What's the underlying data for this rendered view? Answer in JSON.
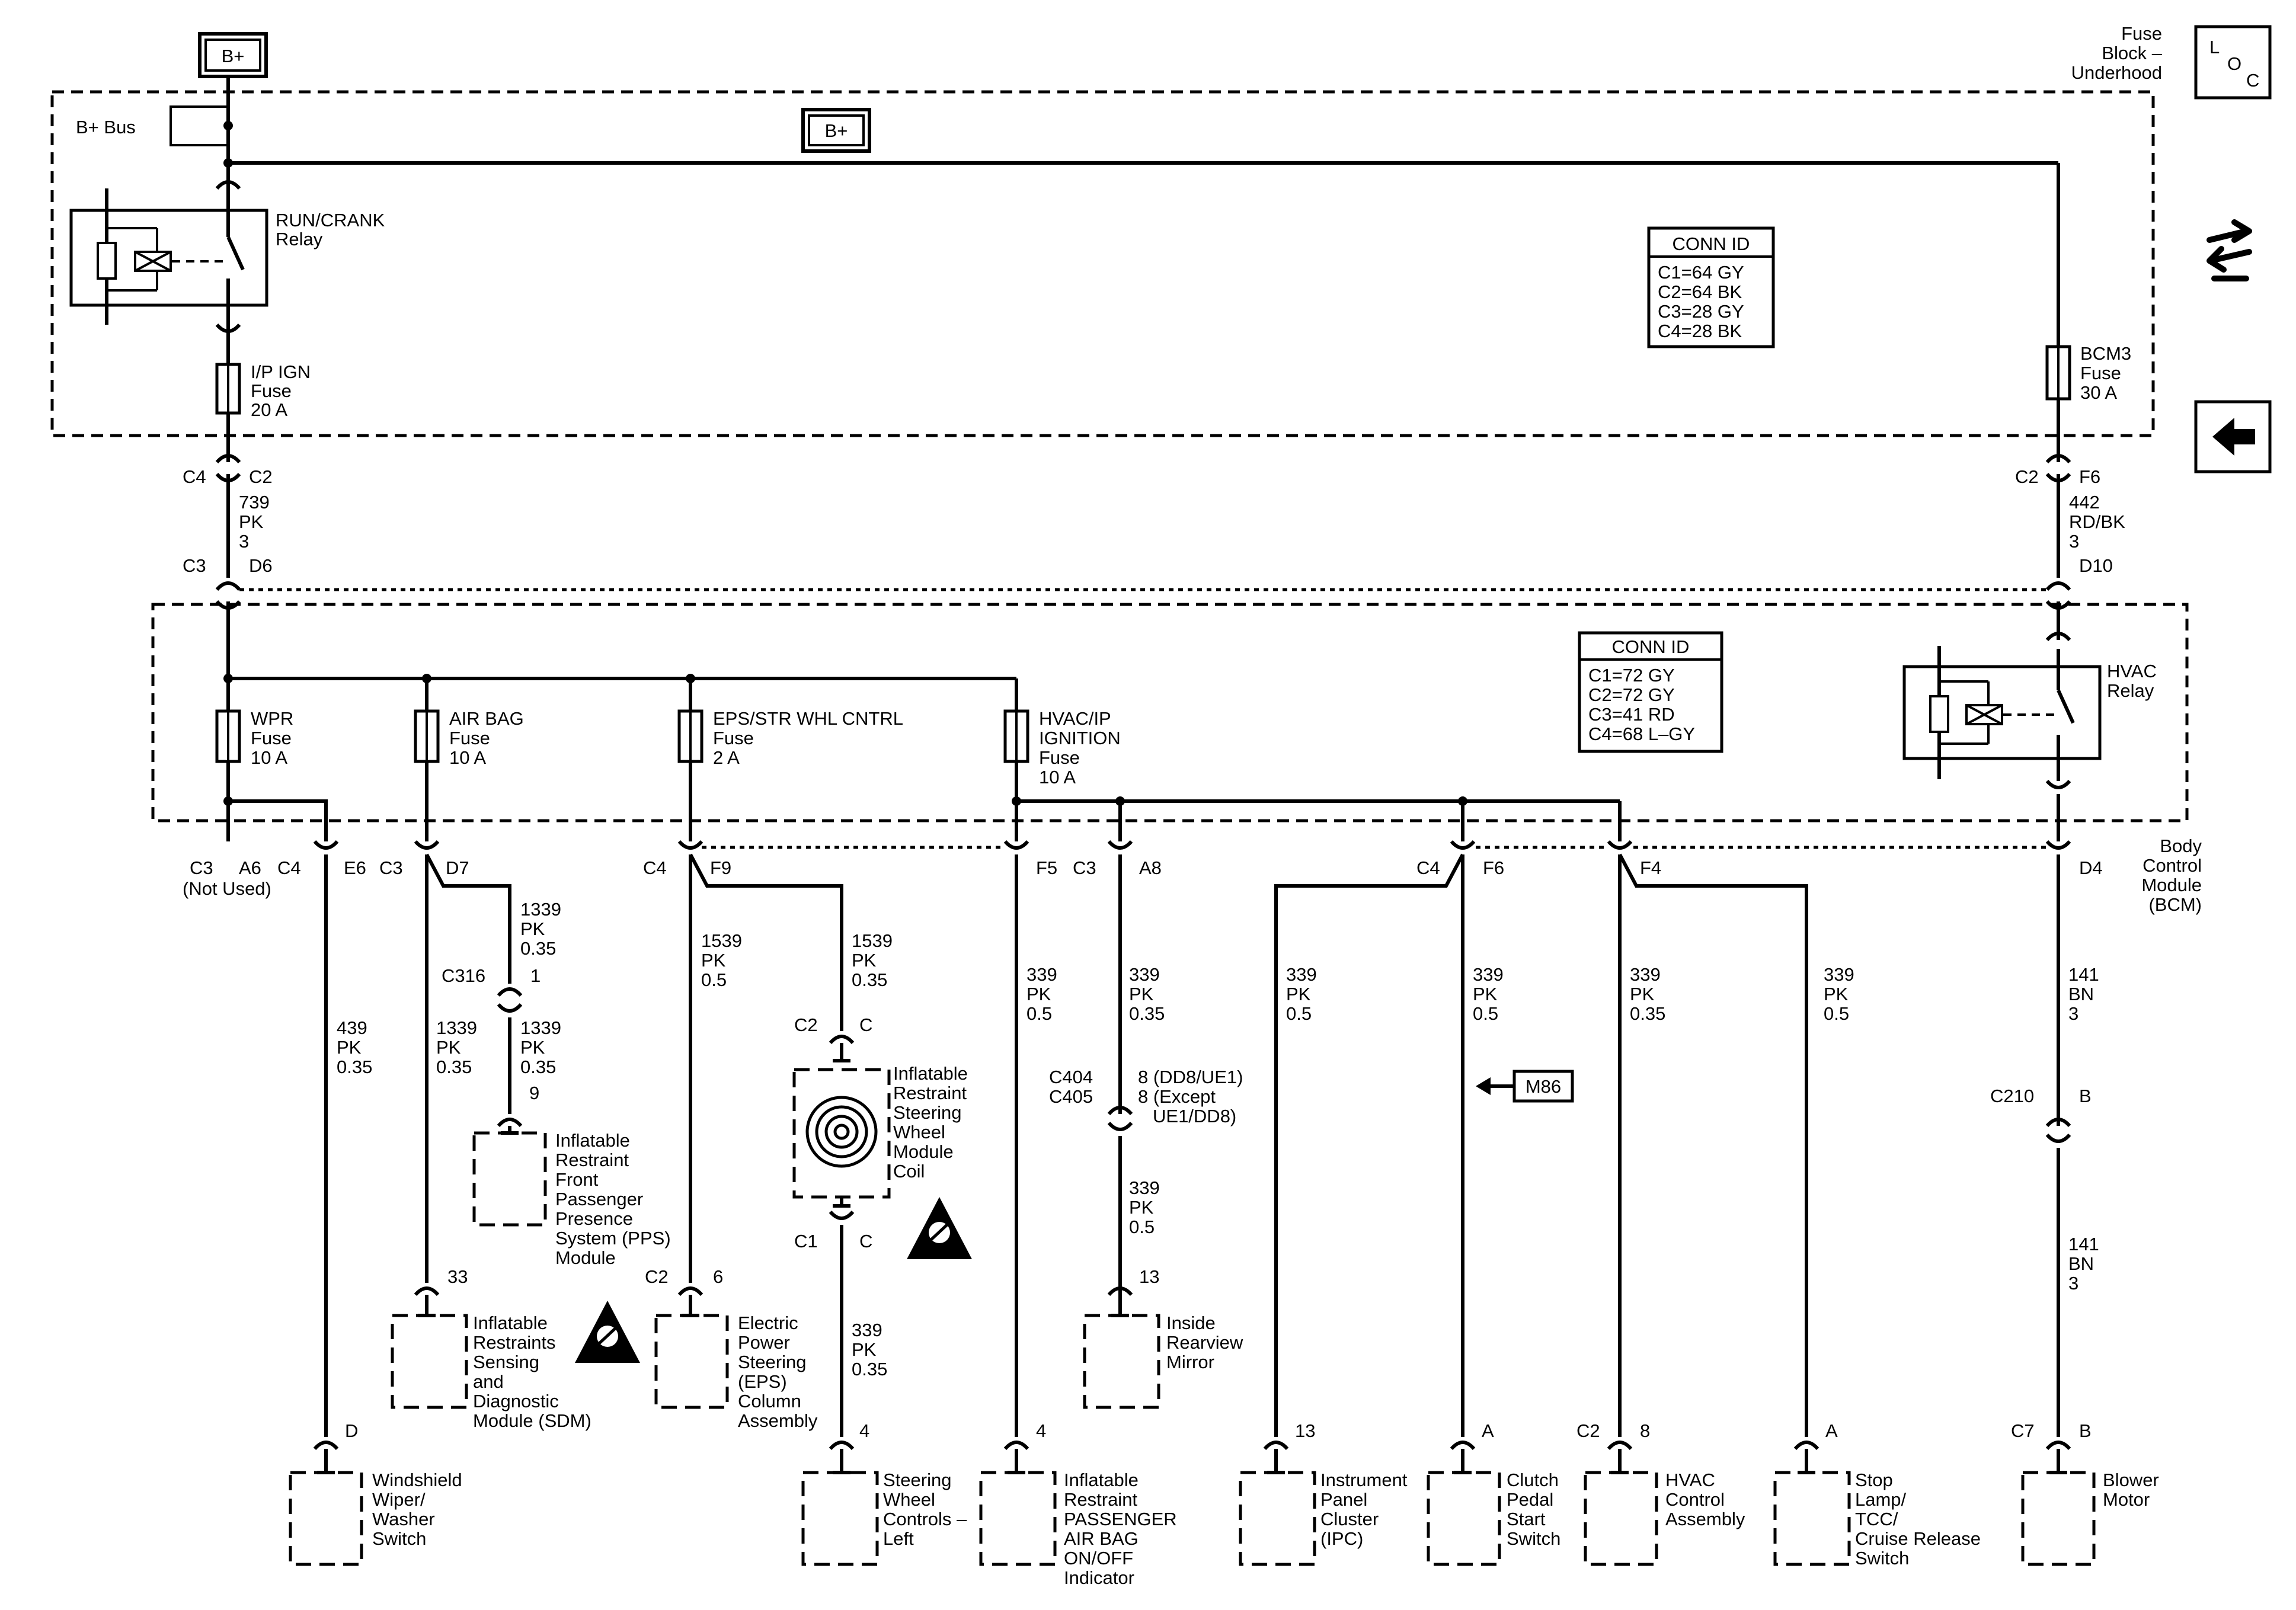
{
  "top": {
    "bplus_top": "B+",
    "bplus_mid": "B+",
    "bplus_bus": "B+ Bus",
    "fuse_block": [
      "Fuse",
      "Block –",
      "Underhood"
    ]
  },
  "nav": {
    "loc_letters": [
      "L",
      "O",
      "C"
    ]
  },
  "conn_id_1": {
    "title": "CONN ID",
    "lines": [
      "C1=64 GY",
      "C2=64 BK",
      "C3=28 GY",
      "C4=28 BK"
    ]
  },
  "conn_id_2": {
    "title": "CONN ID",
    "lines": [
      "C1=72 GY",
      "C2=72 GY",
      "C3=41 RD",
      "C4=68 L–GY"
    ]
  },
  "relays": {
    "run_crank": [
      "RUN/CRANK",
      "Relay"
    ],
    "hvac": [
      "HVAC",
      "Relay"
    ]
  },
  "fuses": {
    "ip_ign": [
      "I/P IGN",
      "Fuse",
      "20 A"
    ],
    "bcm3": [
      "BCM3",
      "Fuse",
      "30 A"
    ],
    "wpr": [
      "WPR",
      "Fuse",
      "10 A"
    ],
    "airbag": [
      "AIR BAG",
      "Fuse",
      "10 A"
    ],
    "eps": [
      "EPS/STR WHL CNTRL",
      "Fuse",
      "2 A"
    ],
    "hvac_ip": [
      "HVAC/IP",
      "IGNITION",
      "Fuse",
      "10 A"
    ]
  },
  "connectors": {
    "c4": "C4",
    "c2": "C2",
    "c3": "C3",
    "d6": "D6",
    "f6": "F6",
    "d10": "D10",
    "a6": "A6",
    "not_used": "(Not Used)",
    "e6": "E6",
    "d7": "D7",
    "f9": "F9",
    "f5": "F5",
    "a8": "A8",
    "f4": "F4",
    "d4": "D4",
    "c316": "C316",
    "c316_pin": "1",
    "pps_pin": "9",
    "c404": "C404",
    "c405": "C405",
    "c404_pin": "8 (DD8/UE1)",
    "c405_pin": [
      "8 (Except",
      "UE1/DD8)"
    ],
    "mirror_pin": "13",
    "sdm_pin": "33",
    "eps_conn": "C2",
    "eps_pin": "6",
    "coil_top_conn": "C2",
    "coil_top_pin": "C",
    "coil_bot_conn": "C1",
    "coil_bot_pin": "C",
    "ww_pin": "D",
    "swc_pin": "4",
    "pab_pin": "4",
    "ipc_pin": "13",
    "clutch_pin": "A",
    "hvac_conn": "C2",
    "hvac_pin": "8",
    "stop_pin": "A",
    "c210": "C210",
    "c210_pin": "B",
    "blower_conn": "C7",
    "blower_pin": "B"
  },
  "wires": {
    "w739": [
      "739",
      "PK",
      "3"
    ],
    "w442": [
      "442",
      "RD/BK",
      "3"
    ],
    "w439": [
      "439",
      "PK",
      "0.35"
    ],
    "w1339a": [
      "1339",
      "PK",
      "0.35"
    ],
    "w1339b": [
      "1339",
      "PK",
      "0.35"
    ],
    "w1339c": [
      "1339",
      "PK",
      "0.35"
    ],
    "w1539a": [
      "1539",
      "PK",
      "0.5"
    ],
    "w1539b": [
      "1539",
      "PK",
      "0.35"
    ],
    "w339_f5": [
      "339",
      "PK",
      "0.5"
    ],
    "w339_a8": [
      "339",
      "PK",
      "0.35"
    ],
    "w339_mirror": [
      "339",
      "PK",
      "0.5"
    ],
    "w339_swc": [
      "339",
      "PK",
      "0.35"
    ],
    "w339_ipc": [
      "339",
      "PK",
      "0.5"
    ],
    "w339_clutch": [
      "339",
      "PK",
      "0.5"
    ],
    "w339_hvac": [
      "339",
      "PK",
      "0.35"
    ],
    "w339_stop": [
      "339",
      "PK",
      "0.5"
    ],
    "w141a": [
      "141",
      "BN",
      "3"
    ],
    "w141b": [
      "141",
      "BN",
      "3"
    ]
  },
  "bcm_label": [
    "Body",
    "Control",
    "Module",
    "(BCM)"
  ],
  "m86": "M86",
  "components": {
    "pps": [
      "Inflatable",
      "Restraint",
      "Front",
      "Passenger",
      "Presence",
      "System (PPS)",
      "Module"
    ],
    "coil": [
      "Inflatable",
      "Restraint",
      "Steering",
      "Wheel",
      "Module",
      "Coil"
    ],
    "sdm": [
      "Inflatable",
      "Restraints",
      "Sensing",
      "and",
      "Diagnostic",
      "Module (SDM)"
    ],
    "eps": [
      "Electric",
      "Power",
      "Steering",
      "(EPS)",
      "Column",
      "Assembly"
    ],
    "mirror": [
      "Inside",
      "Rearview",
      "Mirror"
    ],
    "wiper": [
      "Windshield",
      "Wiper/",
      "Washer",
      "Switch"
    ],
    "swc": [
      "Steering",
      "Wheel",
      "Controls –",
      "Left"
    ],
    "pab": [
      "Inflatable",
      "Restraint",
      "PASSENGER",
      "AIR BAG",
      "ON/OFF",
      "Indicator"
    ],
    "ipc": [
      "Instrument",
      "Panel",
      "Cluster",
      "(IPC)"
    ],
    "clutch": [
      "Clutch",
      "Pedal",
      "Start",
      "Switch"
    ],
    "hvac_ctrl": [
      "HVAC",
      "Control",
      "Assembly"
    ],
    "stop": [
      "Stop",
      "Lamp/",
      "TCC/",
      "Cruise Release",
      "Switch"
    ],
    "blower": [
      "Blower",
      "Motor"
    ]
  }
}
